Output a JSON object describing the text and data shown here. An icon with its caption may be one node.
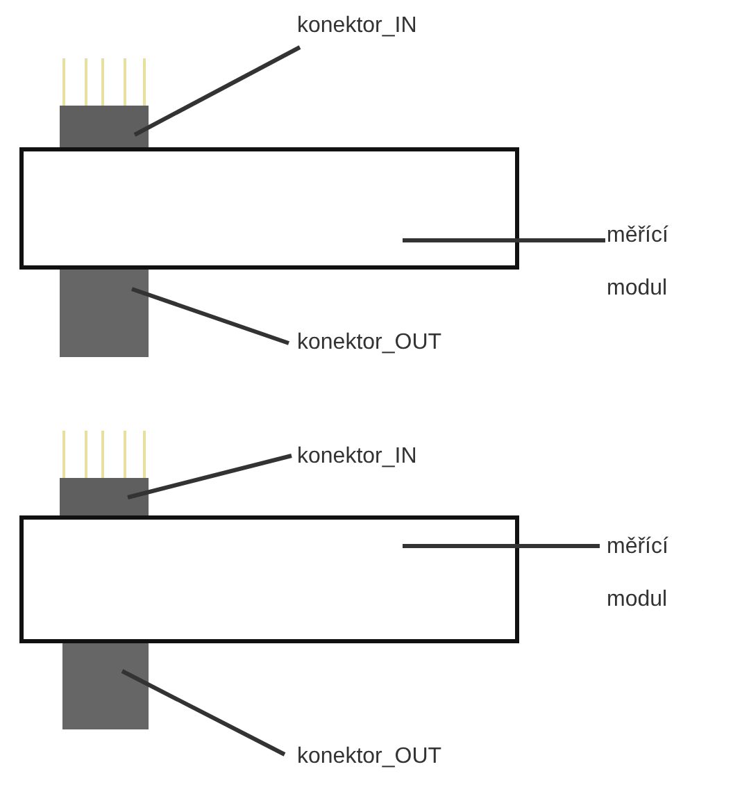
{
  "diagram": {
    "nodes": [
      {
        "text": [
          "konektor_IN"
        ]
      },
      {
        "text": [],
        "shape": "box"
      },
      {
        "text": [],
        "shape": "box"
      },
      {
        "text": [
          "měřící modul"
        ]
      },
      {
        "text": [],
        "shape": "box"
      },
      {
        "text": [
          "konektor_OUT"
        ]
      },
      {
        "text": [
          "konektor_IN"
        ]
      },
      {
        "text": [],
        "shape": "box"
      },
      {
        "text": [],
        "shape": "box"
      },
      {
        "text": [
          "měřící modul"
        ]
      },
      {
        "text": [],
        "shape": "box"
      },
      {
        "text": [
          "konektor_OUT"
        ]
      }
    ],
    "edges": [
      {
        "from": 0,
        "to": 1,
        "arrow": "none"
      },
      {
        "from": 3,
        "to": 2,
        "arrow": "none"
      },
      {
        "from": 5,
        "to": 4,
        "arrow": "none"
      },
      {
        "from": 6,
        "to": 7,
        "arrow": "none"
      },
      {
        "from": 9,
        "to": 8,
        "arrow": "none"
      },
      {
        "from": 11,
        "to": 10,
        "arrow": "none"
      }
    ]
  }
}
